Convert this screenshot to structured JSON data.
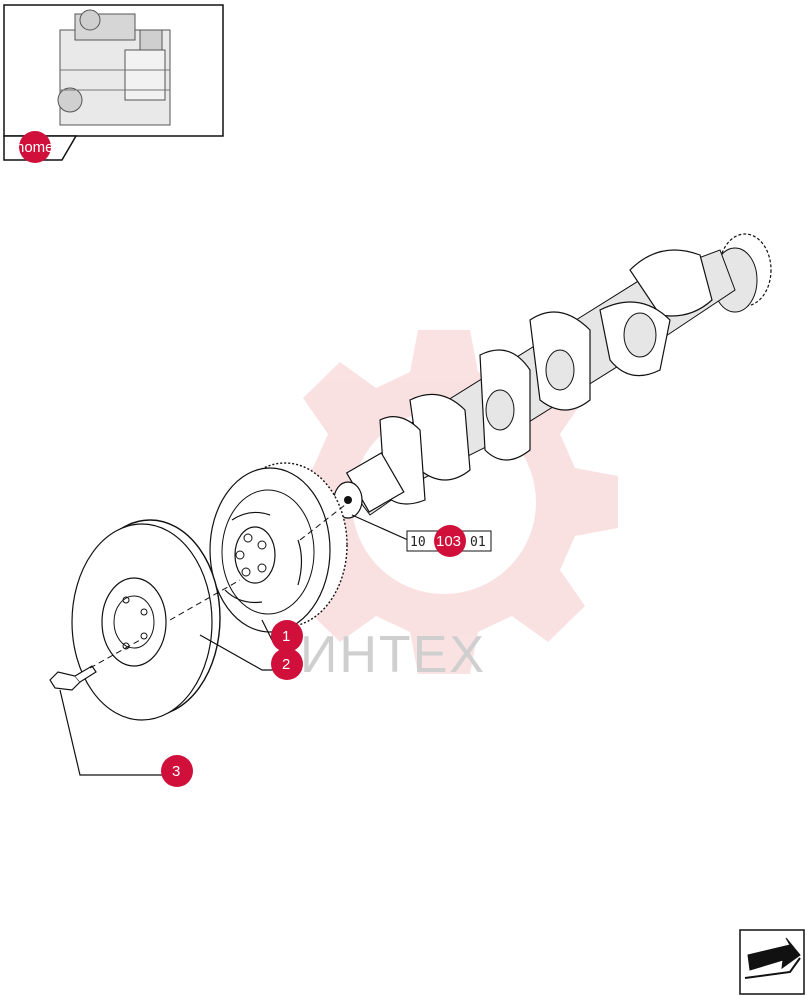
{
  "home": {
    "label": "home"
  },
  "watermark": {
    "text": "ИНТЕХ"
  },
  "reference": {
    "prefix": "10",
    "badge": "103",
    "suffix": "01"
  },
  "callouts": [
    {
      "id": "1",
      "label": "1"
    },
    {
      "id": "2",
      "label": "2"
    },
    {
      "id": "3",
      "label": "3"
    }
  ],
  "colors": {
    "accent": "#d0103a",
    "watermark": "#f5c9c9"
  }
}
